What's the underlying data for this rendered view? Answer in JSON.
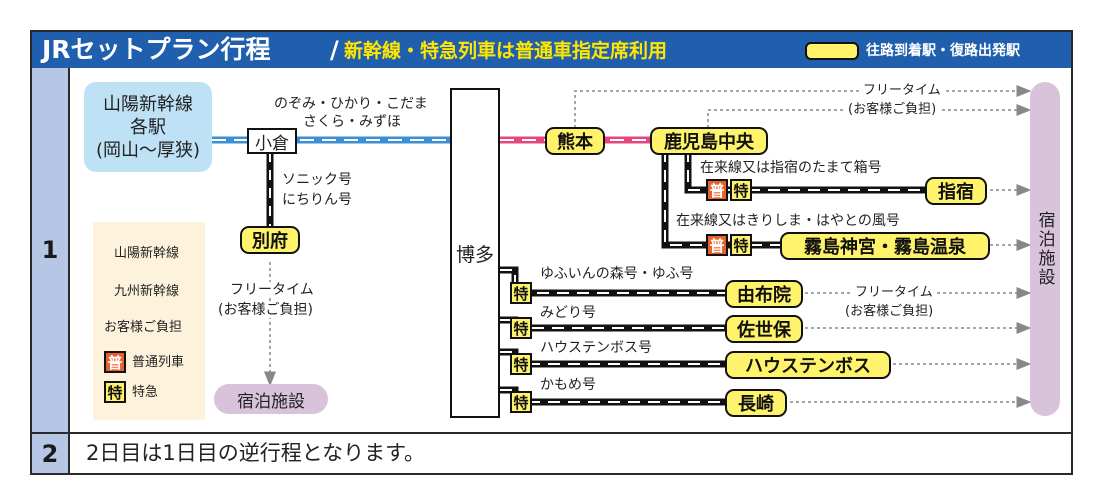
{
  "header": {
    "title": "JRセットプラン行程",
    "separator": "/",
    "subtitle": "新幹線・特急列車は普通車指定席利用",
    "legend_label": "往路到着駅・復路出発駅"
  },
  "rows": [
    {
      "number": "1"
    },
    {
      "number": "2"
    }
  ],
  "day2_text": "2日目は1日目の逆行程となります。",
  "colors": {
    "header": "#1f5fad",
    "station_fill": "#fff36b",
    "sanyo": "#3a8fd6",
    "kyushu": "#e8457e",
    "lodging": "#d9c3da",
    "origin": "#bfe1f6",
    "futsu": "#e8602c"
  },
  "origin": {
    "line1": "山陽新幹線",
    "line2": "各駅",
    "line3": "(岡山～厚狭)"
  },
  "stations": {
    "kokura": "小倉",
    "beppu": "別府",
    "hakata": "博多",
    "kumamoto": "熊本",
    "kagoshima": "鹿児島中央",
    "ibusuki": "指宿",
    "kirishima": "霧島神宮・霧島温泉",
    "yufuin": "由布院",
    "sasebo": "佐世保",
    "huistenbosch": "ハウステンボス",
    "nagasaki": "長崎"
  },
  "lodging_left": "宿泊施設",
  "lodging_right": "宿泊施設",
  "trains": {
    "nozomi_line1": "のぞみ・ひかり・こだま",
    "nozomi_line2": "さくら・みずほ",
    "sonic_line1": "ソニック号",
    "sonic_line2": "にちりん号",
    "ibusuki_route": "在来線又は指宿のたまて箱号",
    "kirishima_route": "在来線又はきりしま・はやとの風号",
    "yufuin_train": "ゆふいんの森号・ゆふ号",
    "midori": "みどり号",
    "huistenbosch_train": "ハウステンボス号",
    "kamome": "かもめ号"
  },
  "free_time": {
    "top_line1": "フリータイム",
    "top_line2": "(お客様ご負担)",
    "beppu_line1": "フリータイム",
    "beppu_line2": "(お客様ご負担)",
    "yufuin_line1": "フリータイム",
    "yufuin_line2": "(お客様ご負担)"
  },
  "legend": {
    "sanyo": "山陽新幹線",
    "kyushu": "九州新幹線",
    "customer_paid": "お客様ご負担",
    "futsu_badge": "普",
    "futsu_label": "普通列車",
    "tokkyu_badge": "特",
    "tokkyu_label": "特急"
  }
}
